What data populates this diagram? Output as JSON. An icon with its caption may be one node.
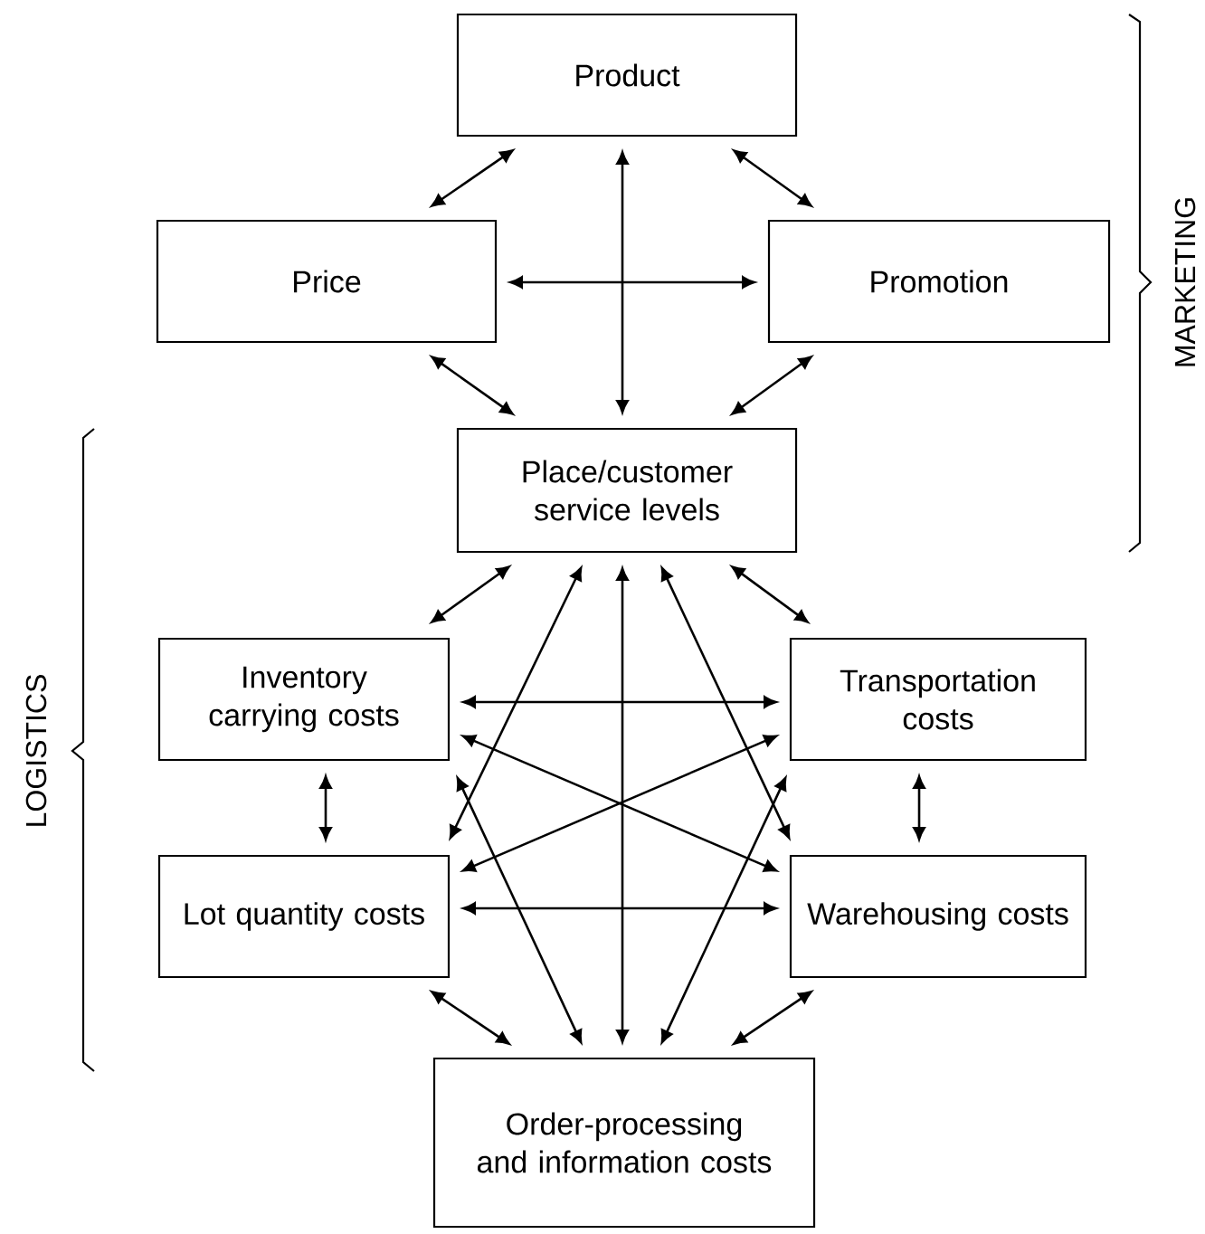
{
  "diagram": {
    "nodes": [
      {
        "text": [
          "Product"
        ]
      },
      {
        "text": [
          "Price"
        ]
      },
      {
        "text": [
          "Promotion"
        ]
      },
      {
        "text": [
          "Place/customer service levels"
        ]
      },
      {
        "text": [
          "Inventory carrying costs"
        ]
      },
      {
        "text": [
          "Transportation costs"
        ]
      },
      {
        "text": [
          "Lot quantity costs"
        ]
      },
      {
        "text": [
          "Warehousing costs"
        ]
      },
      {
        "text": [
          "Order-processing and information costs"
        ]
      }
    ],
    "edges": [
      {
        "from": 0,
        "to": 1,
        "arrow": "both"
      },
      {
        "from": 0,
        "to": 2,
        "arrow": "both"
      },
      {
        "from": 0,
        "to": 3,
        "arrow": "both"
      },
      {
        "from": 1,
        "to": 2,
        "arrow": "both"
      },
      {
        "from": 1,
        "to": 3,
        "arrow": "both"
      },
      {
        "from": 2,
        "to": 3,
        "arrow": "both"
      },
      {
        "from": 3,
        "to": 4,
        "arrow": "both"
      },
      {
        "from": 3,
        "to": 5,
        "arrow": "both"
      },
      {
        "from": 3,
        "to": 6,
        "arrow": "both"
      },
      {
        "from": 3,
        "to": 8,
        "arrow": "both"
      },
      {
        "from": 3,
        "to": 7,
        "arrow": "both"
      },
      {
        "from": 4,
        "to": 5,
        "arrow": "both"
      },
      {
        "from": 4,
        "to": 7,
        "arrow": "both"
      },
      {
        "from": 4,
        "to": 6,
        "arrow": "both"
      },
      {
        "from": 4,
        "to": 8,
        "arrow": "both"
      },
      {
        "from": 6,
        "to": 5,
        "arrow": "both"
      },
      {
        "from": 6,
        "to": 7,
        "arrow": "both"
      },
      {
        "from": 6,
        "to": 8,
        "arrow": "both"
      },
      {
        "from": 5,
        "to": 7,
        "arrow": "both"
      },
      {
        "from": 5,
        "to": 8,
        "arrow": "both"
      },
      {
        "from": 7,
        "to": 8,
        "arrow": "both"
      }
    ],
    "labels": [
      "MARKETING",
      "LOGISTICS"
    ]
  }
}
